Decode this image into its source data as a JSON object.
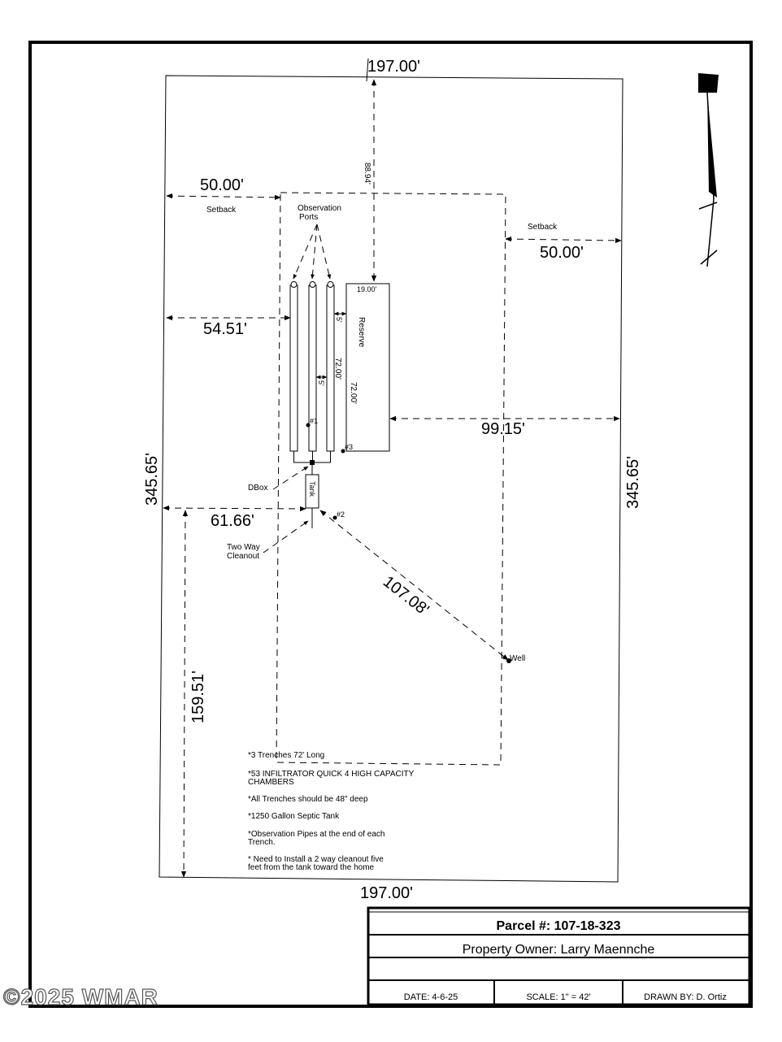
{
  "dimensions": {
    "top": "197.00'",
    "bottom": "197.00'",
    "left": "345.65'",
    "right": "345.65'",
    "setback_left": "50.00'",
    "setback_right": "50.00'",
    "top_to_reserve": "88.94'",
    "trench_left": "54.51'",
    "reserve_right": "99.15'",
    "tank_left": "61.66'",
    "tank_bottom": "159.51'",
    "tank_well": "107.08'",
    "reserve_width": "19.00'",
    "trench_length": "72.00'",
    "reserve_length": "72.00'",
    "spacing_a": "5'",
    "spacing_b": "5'"
  },
  "labels": {
    "setback_left": "Setback",
    "setback_right": "Setback",
    "observation_ports": [
      "Observation",
      "Ports"
    ],
    "reserve": "Reserve",
    "dbox": "DBox",
    "tank": "Tank",
    "cleanout": [
      "Two Way",
      "Cleanout"
    ],
    "well": "Well",
    "point1": "#1",
    "point2": "#2",
    "point3": "#3"
  },
  "notes": [
    [
      "*3 Trenches 72' Long"
    ],
    [
      "*53 INFILTRATOR QUICK 4 HIGH CAPACITY",
      "CHAMBERS"
    ],
    [
      "*All Trenches should be 48\" deep"
    ],
    [
      "*1250 Gallon Septic Tank"
    ],
    [
      "*Observation Pipes at the end of each",
      "Trench."
    ],
    [
      "* Need to Install a 2 way cleanout five",
      "feet from the tank toward the home"
    ]
  ],
  "title_block": {
    "parcel": "Parcel #: 107-18-323",
    "owner": "Property Owner: Larry Maennche",
    "blank": "",
    "date": "DATE: 4-6-25",
    "scale": "SCALE: 1\" = 42'",
    "drawn_by": "DRAWN BY: D. Ortiz"
  },
  "watermark": "©2025 WMAR",
  "icons": {
    "north_arrow": "north-arrow-flag-icon"
  }
}
